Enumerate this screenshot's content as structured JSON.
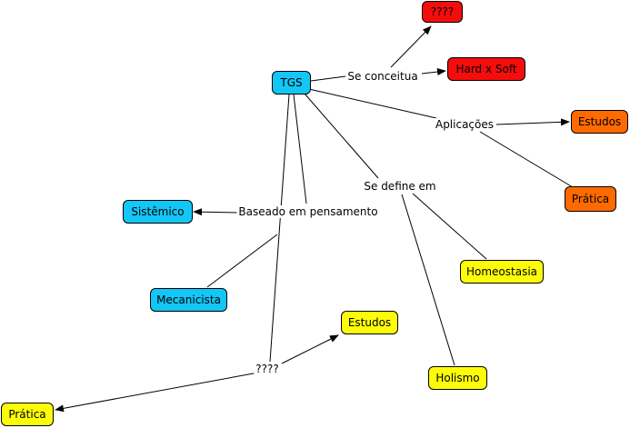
{
  "colors": {
    "blue": "#13c6f5",
    "red": "#f40d0d",
    "orange": "#ff6a00",
    "yellow": "#fcfc0a"
  },
  "nodes": {
    "tgs": "TGS",
    "unknown_top": "????",
    "hard_soft": "Hard x Soft",
    "estudos_orange": "Estudos",
    "pratica_orange": "Prática",
    "sistemico": "Sistêmico",
    "mecanicista": "Mecanicista",
    "homeostasia": "Homeostasia",
    "holismo": "Holismo",
    "estudos_yellow": "Estudos",
    "pratica_yellow": "Prática"
  },
  "link_labels": {
    "se_conceitua": "Se conceitua",
    "aplicacoes": "Aplicações",
    "se_define_em": "Se define em",
    "baseado_em_pensamento": "Baseado em pensamento",
    "unknown_mid": "????"
  }
}
